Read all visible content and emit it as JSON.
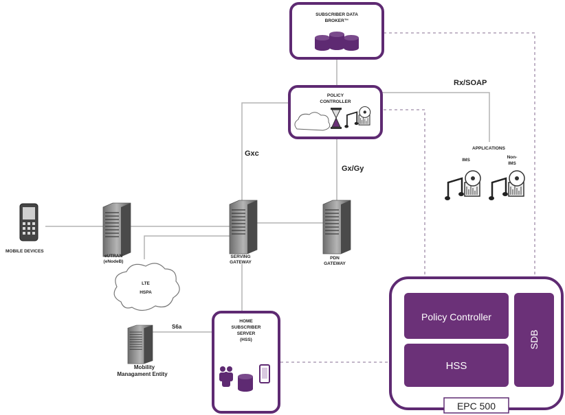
{
  "colors": {
    "purple": "#5e2a72",
    "purple_fill": "#6b3178",
    "line": "#b3b3b3",
    "dash": "#9e8aa8"
  },
  "nodes": {
    "sdb_broker": {
      "line1": "SUBSCRIBER DATA",
      "line2": "BROKER™"
    },
    "policy_controller": {
      "line1": "POLICY",
      "line2": "CONTROLLER"
    },
    "applications": {
      "title": "APPLICATIONS",
      "ims": "IMS",
      "non_ims_1": "Non-",
      "non_ims_2": "IMS"
    },
    "mobile_devices": {
      "label": "MOBILE DEVICES"
    },
    "eutran": {
      "line1": "eUTRAN",
      "line2": "(eNodeB)"
    },
    "serving_gateway": {
      "line1": "SERVING",
      "line2": "GATEWAY"
    },
    "pdn_gateway": {
      "line1": "PDN",
      "line2": "GATEWAY"
    },
    "lte_cloud": {
      "line1": "LTE",
      "line2": "HSPA"
    },
    "hss": {
      "line1": "HOME",
      "line2": "SUBSCRIBER",
      "line3": "SERVER",
      "line4": "(HSS)"
    },
    "mme": {
      "line1": "Mobility",
      "line2": "Managament Entity"
    }
  },
  "interfaces": {
    "rx": "Rx/SOAP",
    "gxc": "Gxc",
    "gx": "Gx/Gy",
    "s6a": "S6a"
  },
  "epc": {
    "title": "EPC 500",
    "policy_controller": "Policy Controller",
    "hss": "HSS",
    "sdb": "SDB"
  }
}
